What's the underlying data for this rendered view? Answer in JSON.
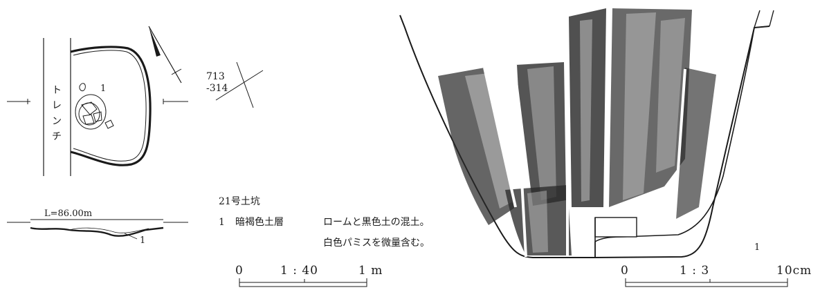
{
  "plan": {
    "trench_label": [
      "ト",
      "レ",
      "ン",
      "チ"
    ],
    "layer_number": "1",
    "grid_coord": [
      "713",
      "-314"
    ]
  },
  "section": {
    "level_label": "L=86.00m",
    "layer_number": "1"
  },
  "legend": {
    "title": "21号土坑",
    "item_number": "1",
    "item_name": "暗褐色土層",
    "item_desc_line1": "ロームと黒色土の混土。",
    "item_desc_line2": "白色パミスを微量含む。"
  },
  "scale_plan": {
    "zero": "0",
    "ratio": "1 : 40",
    "end": "1 m"
  },
  "pottery": {
    "number": "1"
  },
  "scale_pottery": {
    "zero": "0",
    "ratio": "1 : 3",
    "end": "10cm"
  },
  "colors": {
    "ink": "#1a1a1a",
    "paper": "#ffffff",
    "texture": "#2a2a2a"
  }
}
